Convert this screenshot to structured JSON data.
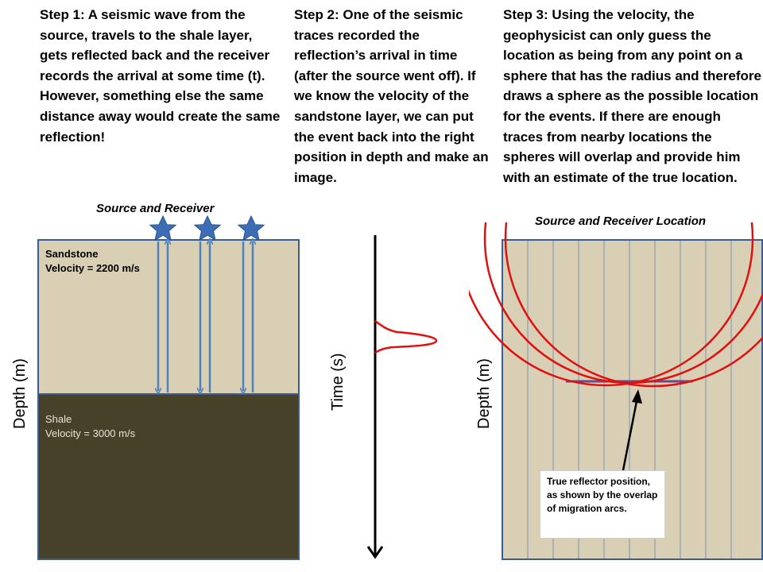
{
  "steps": {
    "step1": "Step 1: A seismic wave from the source, travels to the shale layer, gets reflected back and the receiver records the arrival at some time (t).  However, something else the same distance away would create the same reflection!",
    "step2": "Step 2: One of the seismic traces recorded the reflection’s arrival in time (after the source went off).  If we know the velocity of the sandstone layer, we can put the event back into the right position in depth and make an image.",
    "step3": "Step 3: Using the velocity, the geophysicist can only guess the location as being from any point on a sphere that has the radius and therefore draws a sphere as the possible location for the events.  If there are enough traces from nearby locations the spheres will overlap and provide him with an estimate of the true location."
  },
  "panel1": {
    "caption": "Source and Receiver",
    "axis_label": "Depth (m)",
    "sandstone": "Sandstone\nVelocity = 2200 m/s",
    "shale": "Shale\nVelocity = 3000 m/s"
  },
  "panel2": {
    "axis_label": "Time (s)"
  },
  "panel3": {
    "caption": "Source and Receiver Location",
    "axis_label": "Depth (m)",
    "callout": "True reflector position, as shown by the overlap of migration arcs."
  },
  "colors": {
    "sandstone": "#d8cfb4",
    "shale": "#48412a",
    "border": "#3b5e8f",
    "ray": "#4f81bd",
    "star": "#3d6db5",
    "arc": "#e01010",
    "reflector": "#6a4a8a"
  }
}
